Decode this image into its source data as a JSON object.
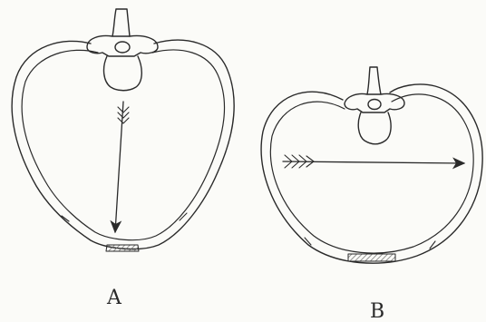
{
  "figures": [
    {
      "id": "A",
      "label": "A",
      "arrow": "vertical",
      "description_shape": "tall-heart"
    },
    {
      "id": "B",
      "label": "B",
      "arrow": "horizontal",
      "description_shape": "wide-oval"
    }
  ],
  "colors": {
    "ink": "#2a2a2a",
    "paper": "#fbfbf8",
    "hatch": "#6a6a6a"
  }
}
